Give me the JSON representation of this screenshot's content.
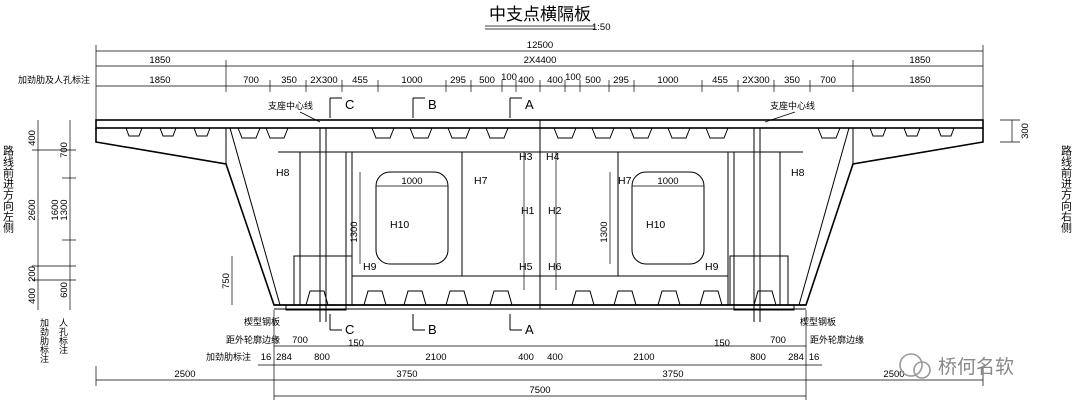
{
  "title": "中支点横隔板",
  "scale": "1:50",
  "dims": {
    "top_total": "12500",
    "top_row2": [
      "1850",
      "2X4400",
      "1850"
    ],
    "top_row3": [
      "1850",
      "700",
      "350",
      "2X300",
      "455",
      "1000",
      "295",
      "500",
      "100",
      "400",
      "400",
      "100",
      "500",
      "295",
      "1000",
      "455",
      "2X300",
      "350",
      "700",
      "1850"
    ],
    "left_v": [
      "400",
      "2600",
      "200",
      "400"
    ],
    "left_v2": [
      "700",
      "1600",
      "1300",
      "600"
    ],
    "right_v": "300",
    "inner_v": [
      "1300",
      "750",
      "1300"
    ],
    "bottom_row1": [
      "16",
      "284",
      "800",
      "150",
      "2100",
      "400",
      "400",
      "2100",
      "150",
      "800",
      "284",
      "16"
    ],
    "bottom_row2": [
      "2500",
      "3750",
      "3750",
      "2500"
    ],
    "bottom_total": "7500",
    "opening": [
      "1000",
      "1000"
    ],
    "lower_700": [
      "700",
      "700"
    ]
  },
  "labels": {
    "row3_label": "加劲肋及人孔标注",
    "support_line": "支座中心线",
    "wedge_plate": "楔型钢板",
    "outer_edge": "距外轮廓边缘",
    "stiff_label": "加劲肋标注",
    "left_side": "路线前进方向左侧",
    "right_side": "路线前进方向右侧",
    "left_vert1": "加劲肋标注",
    "left_vert2": "人孔标注",
    "sections": [
      "C",
      "B",
      "A",
      "C",
      "B",
      "A"
    ],
    "h_marks": [
      "H8",
      "H3",
      "H4",
      "H8",
      "H7",
      "H7",
      "H1",
      "H2",
      "H10",
      "H10",
      "H9",
      "H5",
      "H6",
      "H9"
    ]
  },
  "watermark": "桥何名软"
}
